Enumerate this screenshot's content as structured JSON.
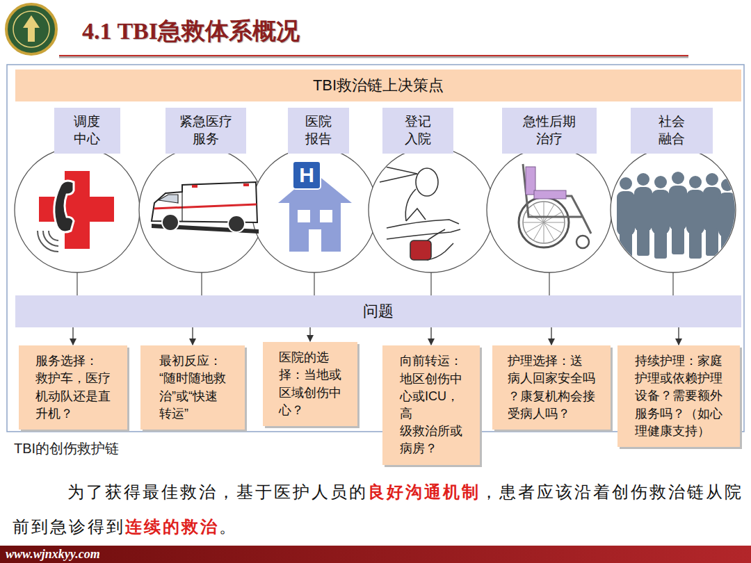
{
  "diagram": {
    "title": "4.1 TBI急救体系概况",
    "caption": "TBI的创伤救护链",
    "nodes": [
      {
        "text": [
          "TBI救治链上决策点"
        ]
      },
      {
        "text": [
          "调度 中心"
        ]
      },
      {
        "text": [
          "紧急医疗 服务"
        ]
      },
      {
        "text": [
          "医院 报告"
        ]
      },
      {
        "text": [
          "登记 入院"
        ]
      },
      {
        "text": [
          "急性后期 治疗"
        ]
      },
      {
        "text": [
          "社会 融合"
        ]
      },
      {
        "text": [
          "问题"
        ]
      },
      {
        "text": [
          "服务选择： 救护车，医疗 机动队还是直 升机？"
        ]
      },
      {
        "text": [
          "最初反应： “随时随地救 治”或“快速 转运”"
        ]
      },
      {
        "text": [
          "医院的选 择：当地或 区域创伤中 心？"
        ]
      },
      {
        "text": [
          "向前转运： 地区创伤中 心或ICU，高 级救治所或 病房？"
        ]
      },
      {
        "text": [
          "护理选择：送 病人回家安全吗 ？康复机构会接 受病人吗？"
        ]
      },
      {
        "text": [
          "持续护理：家庭 护理或依赖护理 设备？需要额外 服务吗？（如心 理健康支持）"
        ]
      }
    ],
    "edges": [
      {
        "from": 7,
        "to": 8,
        "arrow": "to"
      },
      {
        "from": 7,
        "to": 9,
        "arrow": "to"
      },
      {
        "from": 7,
        "to": 10,
        "arrow": "to"
      },
      {
        "from": 7,
        "to": 11,
        "arrow": "to"
      },
      {
        "from": 7,
        "to": 12,
        "arrow": "to"
      },
      {
        "from": 7,
        "to": 13,
        "arrow": "to"
      }
    ],
    "labels": [
      "H",
      "为了获得最佳救治，基于医护人员的",
      "良好沟通机制",
      "，患者应该沿着创伤救治链从院前到急诊得到",
      "连续的救治",
      "。",
      "www.wjnxkyy.com"
    ]
  }
}
